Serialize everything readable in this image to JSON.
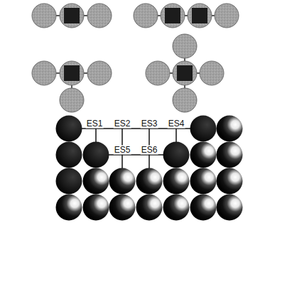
{
  "diagram": {
    "labels": [
      "ES1",
      "ES2",
      "ES3",
      "ES4",
      "ES5",
      "ES6"
    ]
  }
}
